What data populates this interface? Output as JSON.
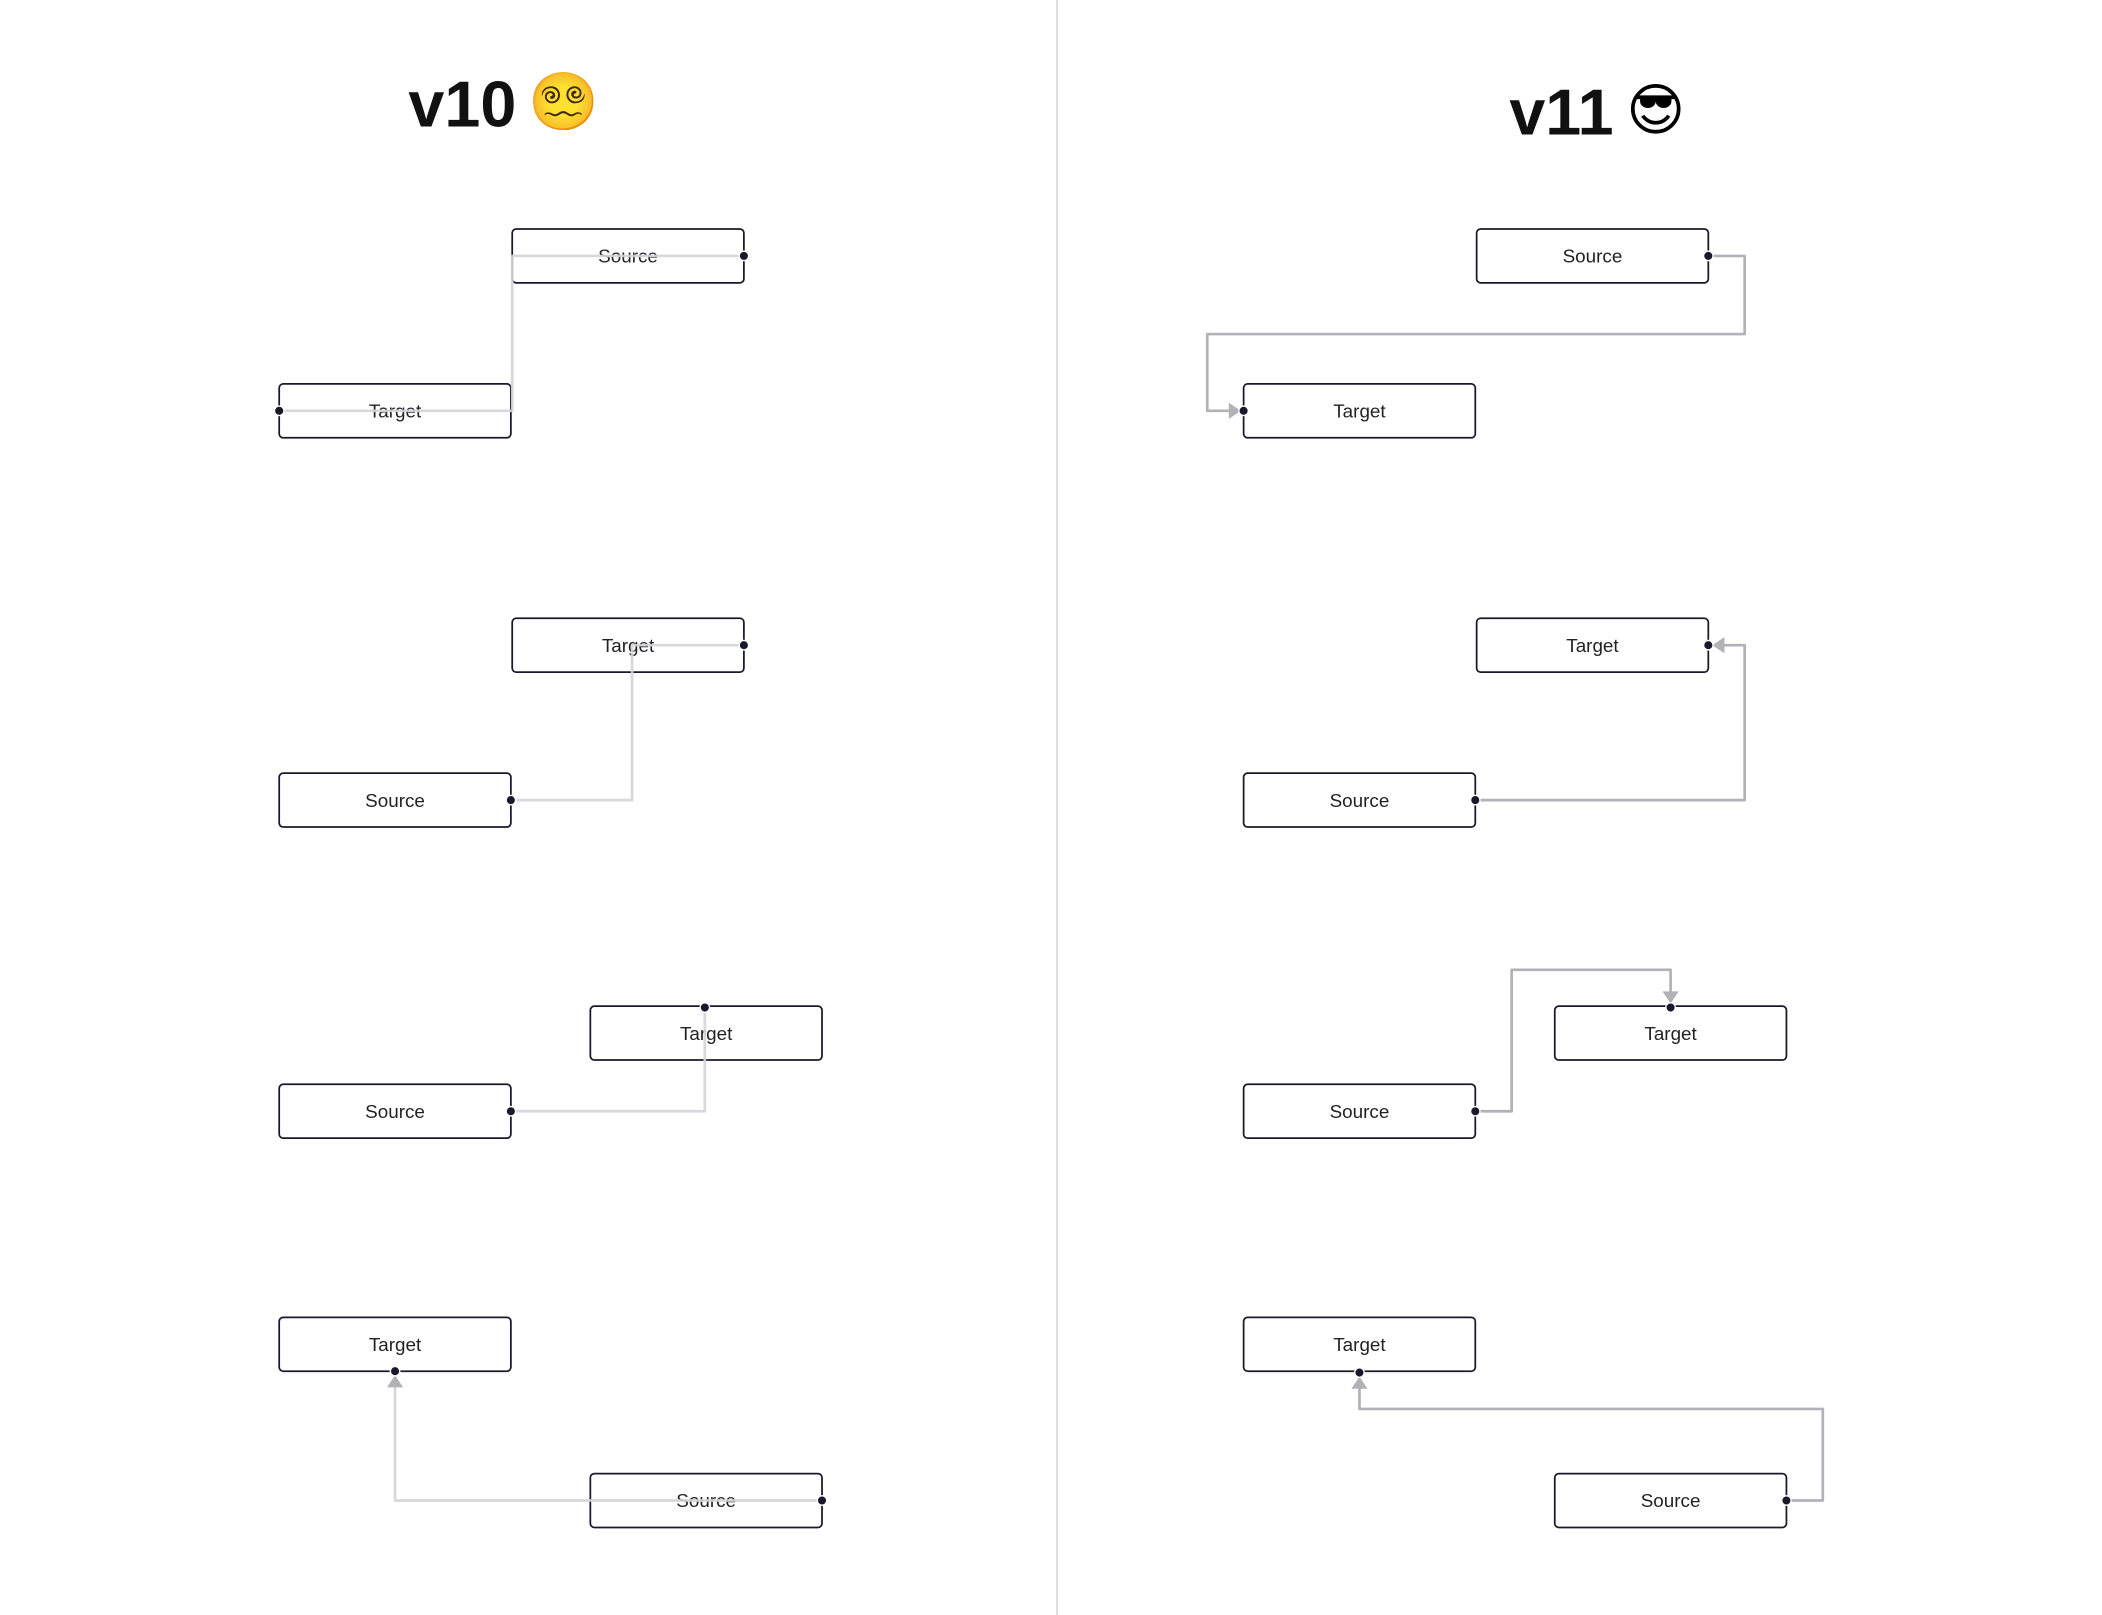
{
  "panels": [
    {
      "title": "v10",
      "emoji": "😵‍💫",
      "emoji_name": "face-with-spiral-eyes-icon",
      "examples": [
        {
          "source": "Source",
          "target": "Target"
        },
        {
          "source": "Source",
          "target": "Target"
        },
        {
          "source": "Source",
          "target": "Target"
        },
        {
          "source": "Source",
          "target": "Target"
        }
      ]
    },
    {
      "title": "v11",
      "emoji": "😎",
      "emoji_name": "smiling-face-with-sunglasses-icon",
      "examples": [
        {
          "source": "Source",
          "target": "Target"
        },
        {
          "source": "Source",
          "target": "Target"
        },
        {
          "source": "Source",
          "target": "Target"
        },
        {
          "source": "Source",
          "target": "Target"
        }
      ]
    }
  ],
  "colors": {
    "edge": "#b1b1b7",
    "node_border": "#1a192b",
    "divider": "#cccccc"
  }
}
